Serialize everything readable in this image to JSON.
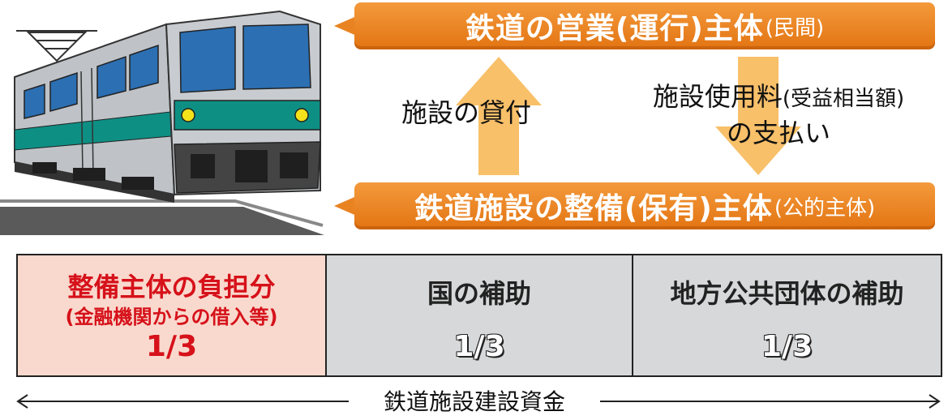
{
  "top_banner": {
    "main": "鉄道の営業(運行)主体",
    "sub": "(民間)"
  },
  "bottom_banner": {
    "main": "鉄道施設の整備(保有)主体",
    "sub": "(公的主体)"
  },
  "flow_up_label": "施設の貸付",
  "flow_down_label": {
    "line1_main": "施設使用料",
    "line1_sub": "(受益相当額)",
    "line2": "の支払い"
  },
  "funding_table": {
    "cells": [
      {
        "title": "整備主体の負担分",
        "note": "(金融機関からの借入等)",
        "ratio": "1/3"
      },
      {
        "title": "国の補助",
        "note": "",
        "ratio": "1/3"
      },
      {
        "title": "地方公共団体の補助",
        "note": "",
        "ratio": "1/3"
      }
    ]
  },
  "span_label": "鉄道施設建設資金",
  "colors": {
    "banner_orange": "#e98322",
    "arrow_light_orange": "#f8c069",
    "highlight_red": "#d6111a",
    "cell_pink": "#f9d9cd",
    "cell_gray": "#d7d8d9",
    "train_teal": "#0e8f84"
  }
}
